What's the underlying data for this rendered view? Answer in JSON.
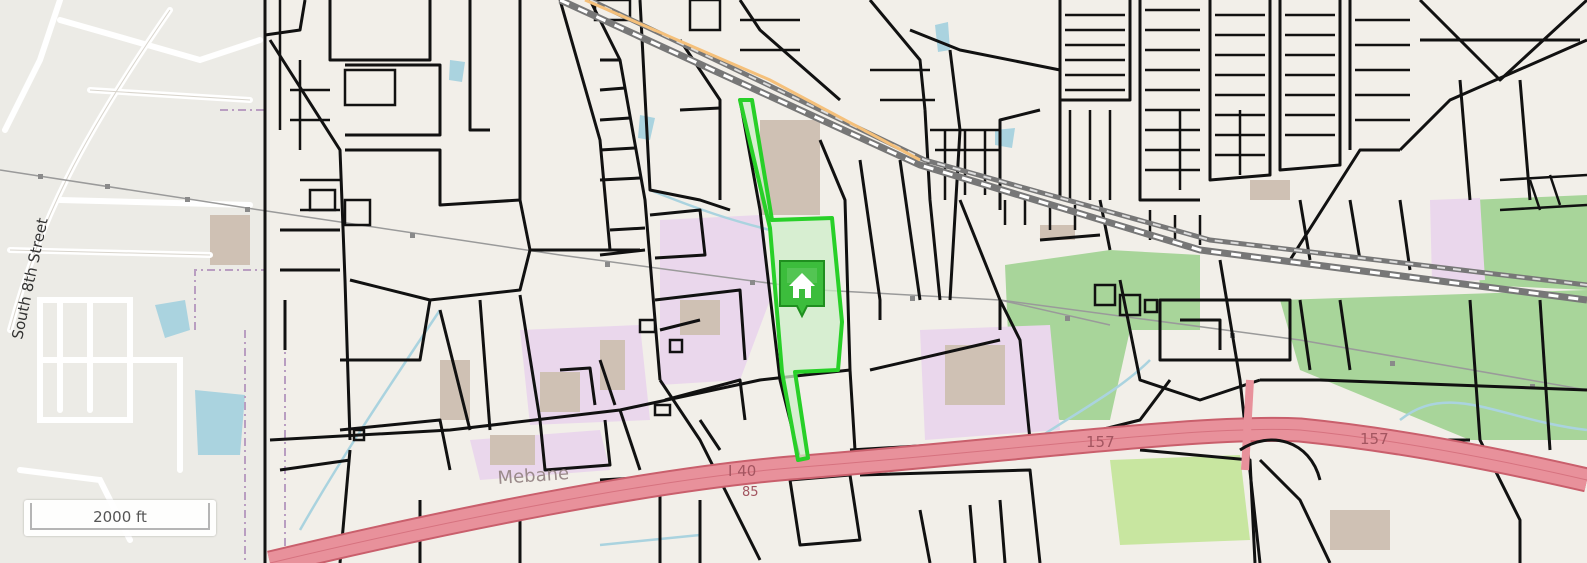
{
  "map": {
    "colors": {
      "land": "#f2efe9",
      "parcel_line": "#111111",
      "highlight": "#28d028",
      "highlight_fill": "#cdeec8",
      "park": "#a8d59a",
      "industrial": "#ead7ec",
      "building": "#cfc1b4",
      "water": "#aad3df",
      "motorway": "#e8919b",
      "railway": "#888888",
      "minor_road": "#ffffff"
    },
    "labels": {
      "street_vertical": "South 8th Street",
      "town": "Mebane",
      "highway_shield_1": "I 40",
      "highway_shield_2": "85",
      "route_label_1": "157",
      "route_label_2": "157"
    },
    "marker": {
      "icon": "home-icon"
    },
    "scale": {
      "label": "2000 ft"
    }
  }
}
